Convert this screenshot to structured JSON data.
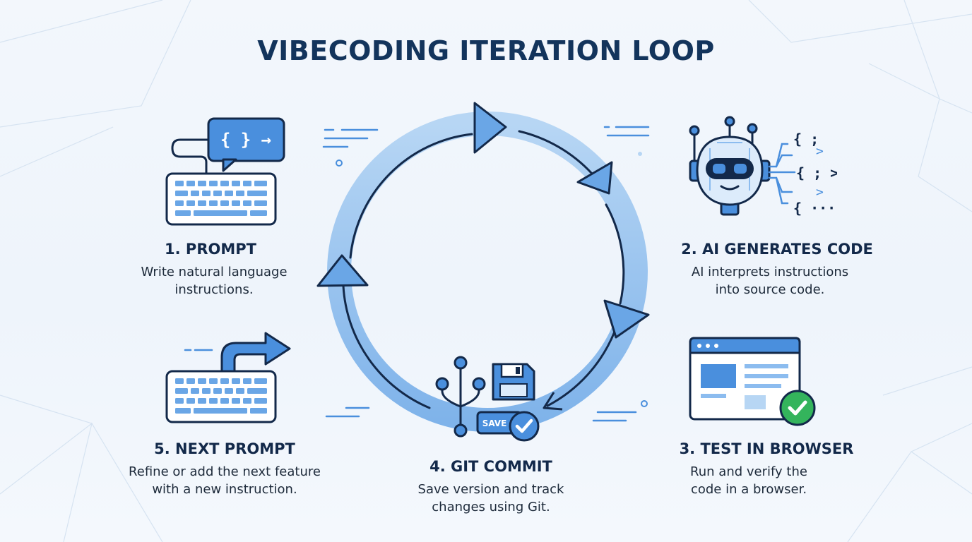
{
  "title": "VIBECODING ITERATION LOOP",
  "steps": [
    {
      "title": "1. PROMPT",
      "desc": [
        "Write natural language",
        "instructions."
      ]
    },
    {
      "title": "2. AI GENERATES CODE",
      "desc": [
        "AI interprets instructions",
        "into source code."
      ]
    },
    {
      "title": "3. TEST IN BROWSER",
      "desc": [
        "Run and verify the",
        "code in a browser."
      ]
    },
    {
      "title": "4. GIT COMMIT",
      "desc": [
        "Save version and track",
        "changes using Git."
      ]
    },
    {
      "title": "5. NEXT PROMPT",
      "desc": [
        "Refine or add the next feature",
        "with a new instruction."
      ]
    }
  ],
  "icons": {
    "prompt_bubble": "{ } →",
    "code_line_1": "{ ;",
    "code_line_2": "{ ; > }",
    "code_line_3": "{ ···",
    "save_label": "SAVE"
  },
  "colors": {
    "navy": "#13345c",
    "blue": "#4a8fdd",
    "light_blue": "#8cbcef",
    "green": "#34b45c"
  }
}
